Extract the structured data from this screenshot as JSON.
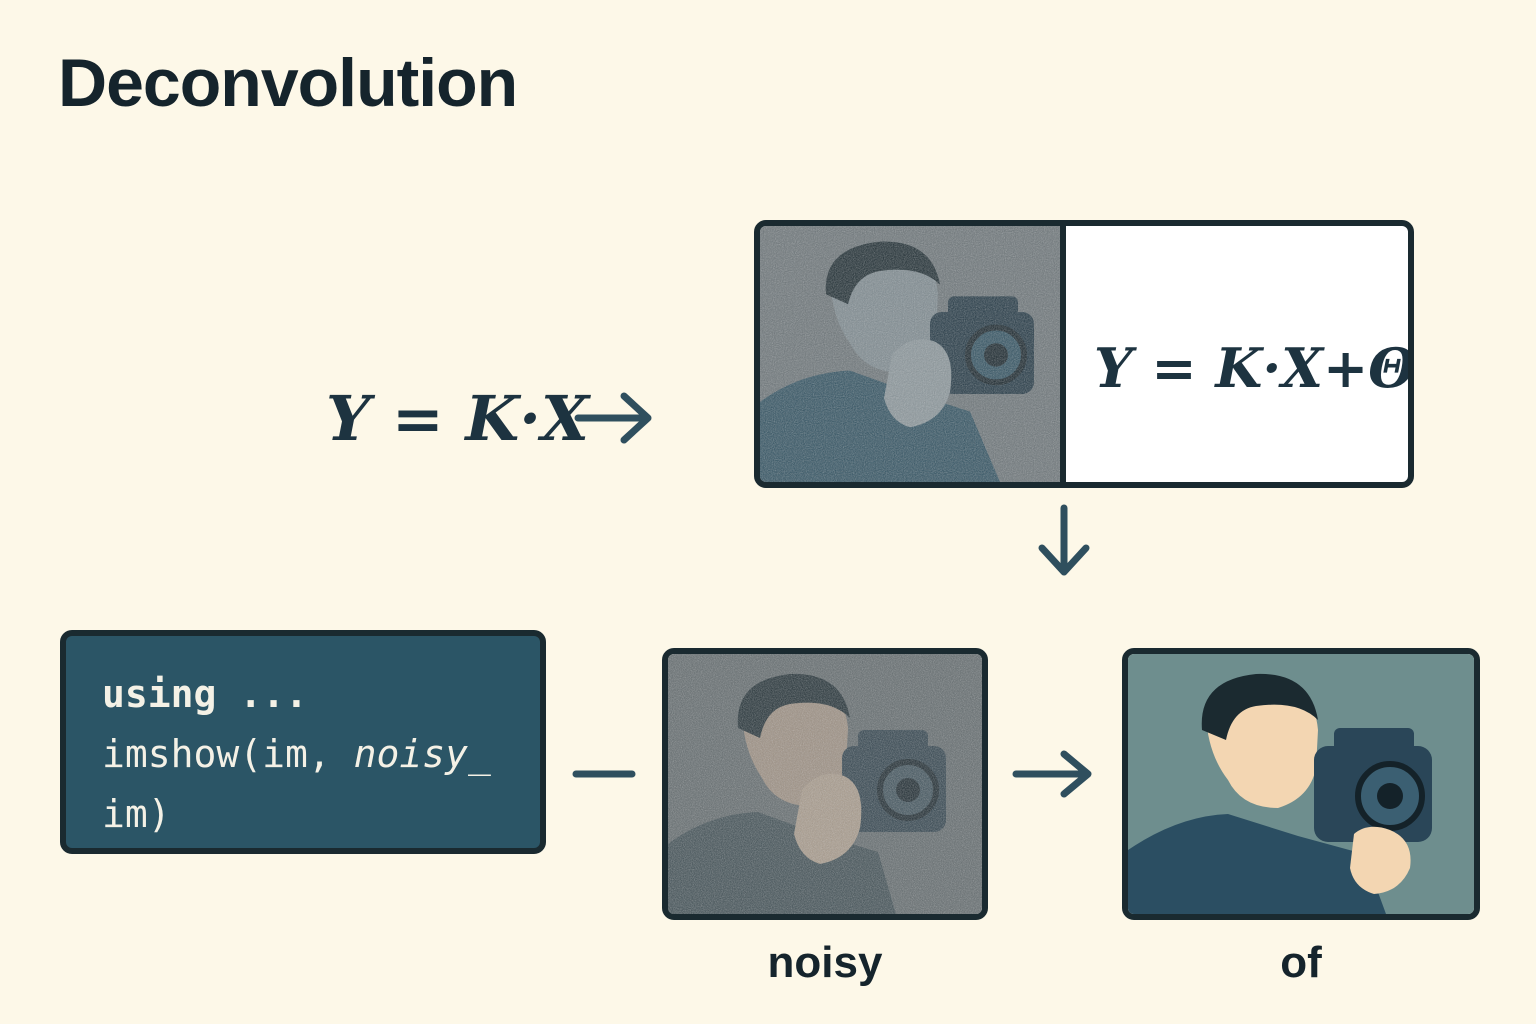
{
  "title": "Deconvolution",
  "equation_left": "Y = K·X",
  "equation_right": "Y = K·X+Θ",
  "code_lines": [
    "using ...",
    "imshow(im, ",
    "noisy_",
    "im)"
  ],
  "captions": {
    "noisy": "noisy",
    "clean": "of"
  },
  "colors": {
    "background": "#fdf8e8",
    "dark": "#1a2a30",
    "code_bg": "#2b5566",
    "accent": "#2f4f5e"
  }
}
